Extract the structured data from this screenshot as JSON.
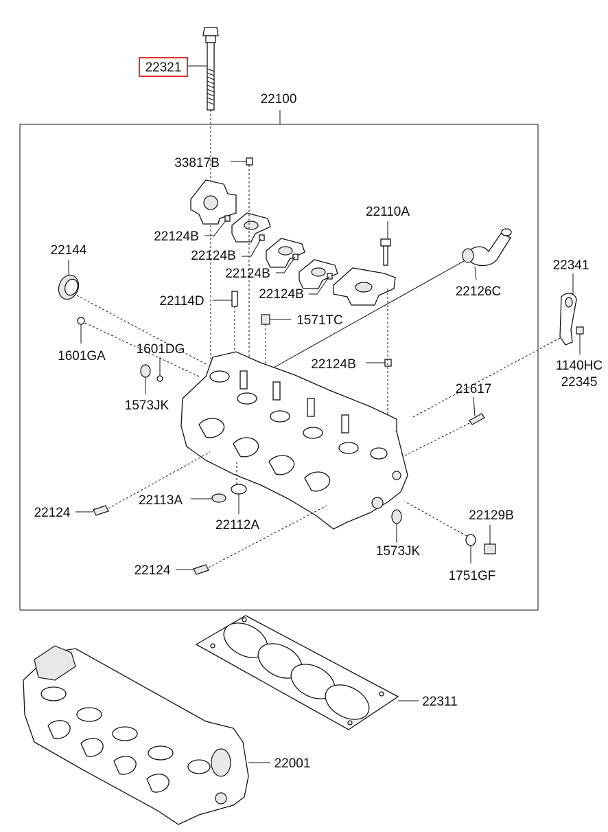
{
  "highlight_color": "#e03030",
  "labels": {
    "bolt": "22321",
    "head_assy": "22100",
    "l33817B": "33817B",
    "cap1": "22124B",
    "cap2": "22124B",
    "cap3": "22124B",
    "cap4": "22124B",
    "dowel": "22124B",
    "l22110A": "22110A",
    "l22144": "22144",
    "l22126C": "22126C",
    "l22114D": "22114D",
    "l1571TC": "1571TC",
    "l22341": "22341",
    "l1601GA": "1601GA",
    "l1601DG": "1601DG",
    "l1140HC": "1140HC",
    "l22345": "22345",
    "l1573JK_a": "1573JK",
    "l21617": "21617",
    "l22113A": "22113A",
    "l22124_a": "22124",
    "l22112A": "22112A",
    "l22129B": "22129B",
    "l1573JK_b": "1573JK",
    "l1751GF": "1751GF",
    "l22124_b": "22124",
    "l22311": "22311",
    "l22001": "22001"
  }
}
